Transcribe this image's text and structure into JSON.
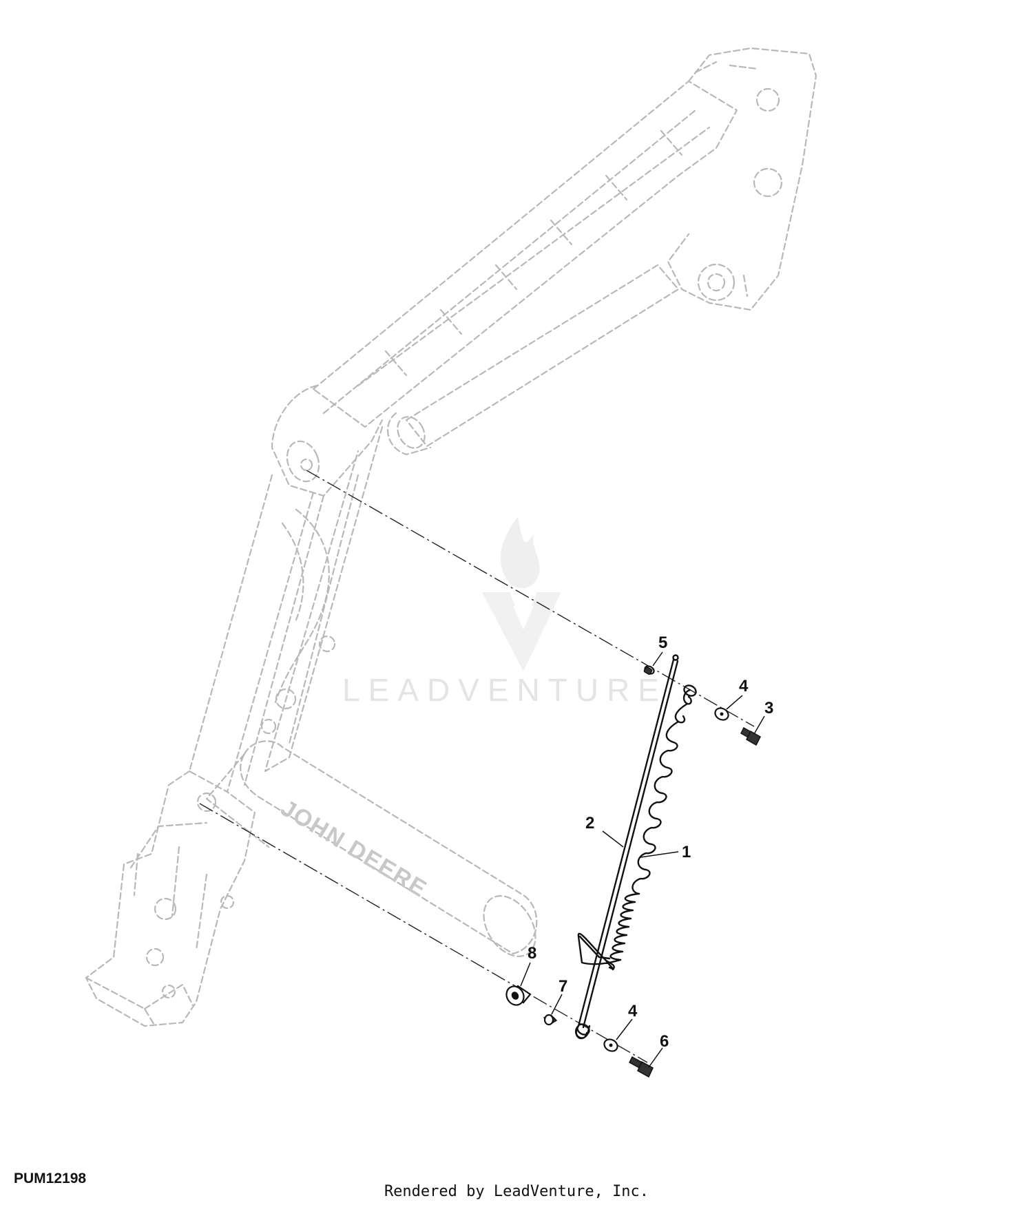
{
  "diagram": {
    "figure_id": "PUM12198",
    "footer": "Rendered by LeadVenture, Inc.",
    "watermark": "LEADVENTURE",
    "boom_decal": "JOHN DEERE",
    "callouts": [
      {
        "key": "c1",
        "label": "1"
      },
      {
        "key": "c2",
        "label": "2"
      },
      {
        "key": "c3",
        "label": "3"
      },
      {
        "key": "c4a",
        "label": "4"
      },
      {
        "key": "c4b",
        "label": "4"
      },
      {
        "key": "c5",
        "label": "5"
      },
      {
        "key": "c6",
        "label": "6"
      },
      {
        "key": "c7",
        "label": "7"
      },
      {
        "key": "c8",
        "label": "8"
      }
    ]
  }
}
